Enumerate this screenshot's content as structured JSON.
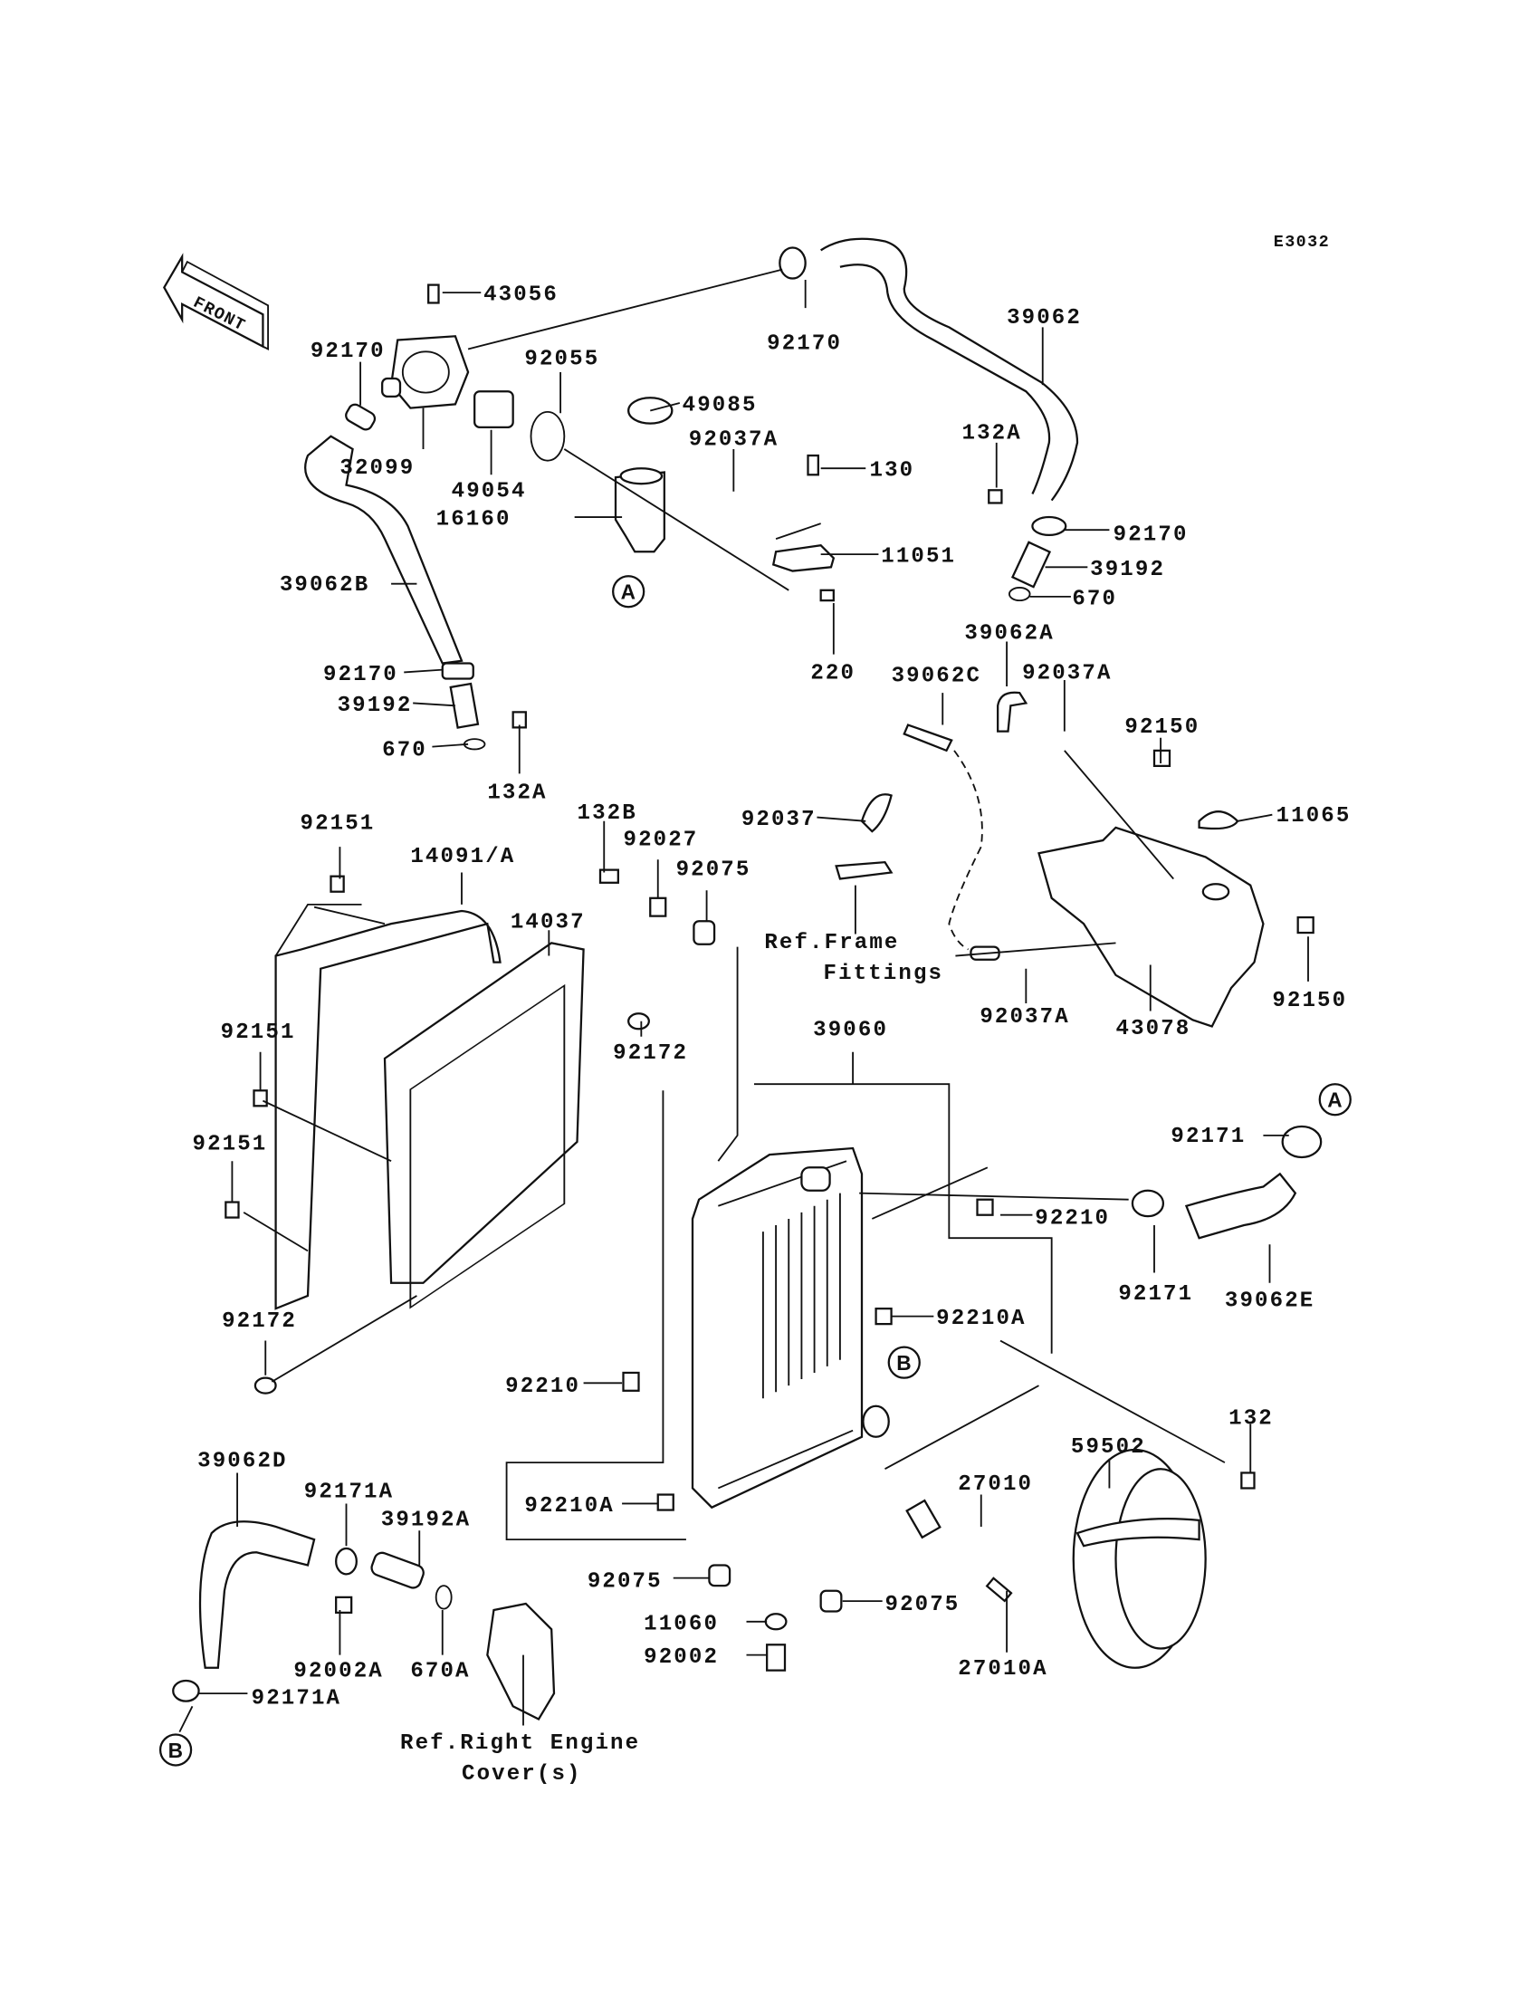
{
  "diagram_code": "E3032",
  "front_marker": "FRONT",
  "labels": [
    "E3032",
    "43056",
    "92170",
    "92055",
    "92170",
    "39062",
    "49085",
    "92037A",
    "32099",
    "49054",
    "130",
    "132A",
    "92170",
    "16160",
    "11051",
    "39192",
    "670",
    "39062B",
    "220",
    "39062A",
    "39062C",
    "92037A",
    "92170",
    "39192",
    "670",
    "132A",
    "92150",
    "11065",
    "92151",
    "14091/A",
    "132B",
    "92027",
    "92037",
    "92075",
    "14037",
    "Ref.Frame",
    "Fittings",
    "92172",
    "39060",
    "92037A",
    "43078",
    "92150",
    "92151",
    "92171",
    "92151",
    "92210",
    "92171",
    "39062E",
    "92210A",
    "92172",
    "92210",
    "132",
    "59502",
    "39062D",
    "92171A",
    "27010",
    "39192A",
    "92210A",
    "92075",
    "92075",
    "11060",
    "92002A",
    "670A",
    "92002",
    "27010A",
    "92171A",
    "Ref.Right Engine",
    "Cover(s)"
  ],
  "connectors": [
    "A",
    "A",
    "B",
    "B"
  ]
}
